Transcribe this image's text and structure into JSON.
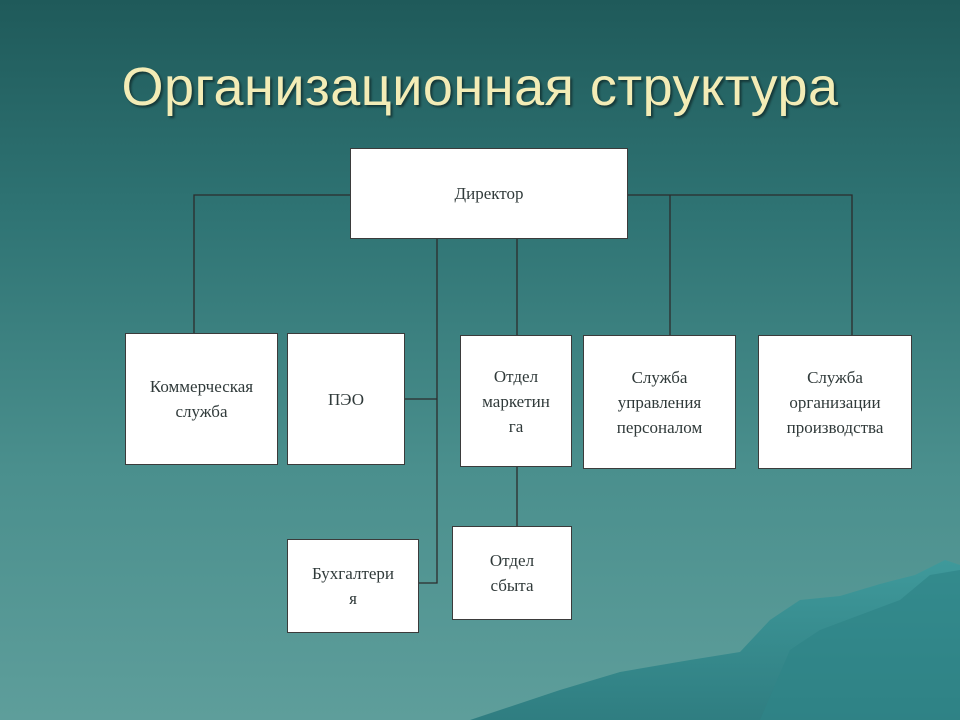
{
  "title": "Организационная структура",
  "nodes": {
    "director": "Директор",
    "commercial": "Коммерческая\nслужба",
    "peo": "ПЭО",
    "marketing": "Отдел\nмаркетин\nга",
    "personnel": "Служба\nуправления\nперсоналом",
    "production": "Служба\nорганизации\nпроизводства",
    "accounting": "Бухгалтери\nя",
    "sales": "Отдел\nсбыта"
  }
}
